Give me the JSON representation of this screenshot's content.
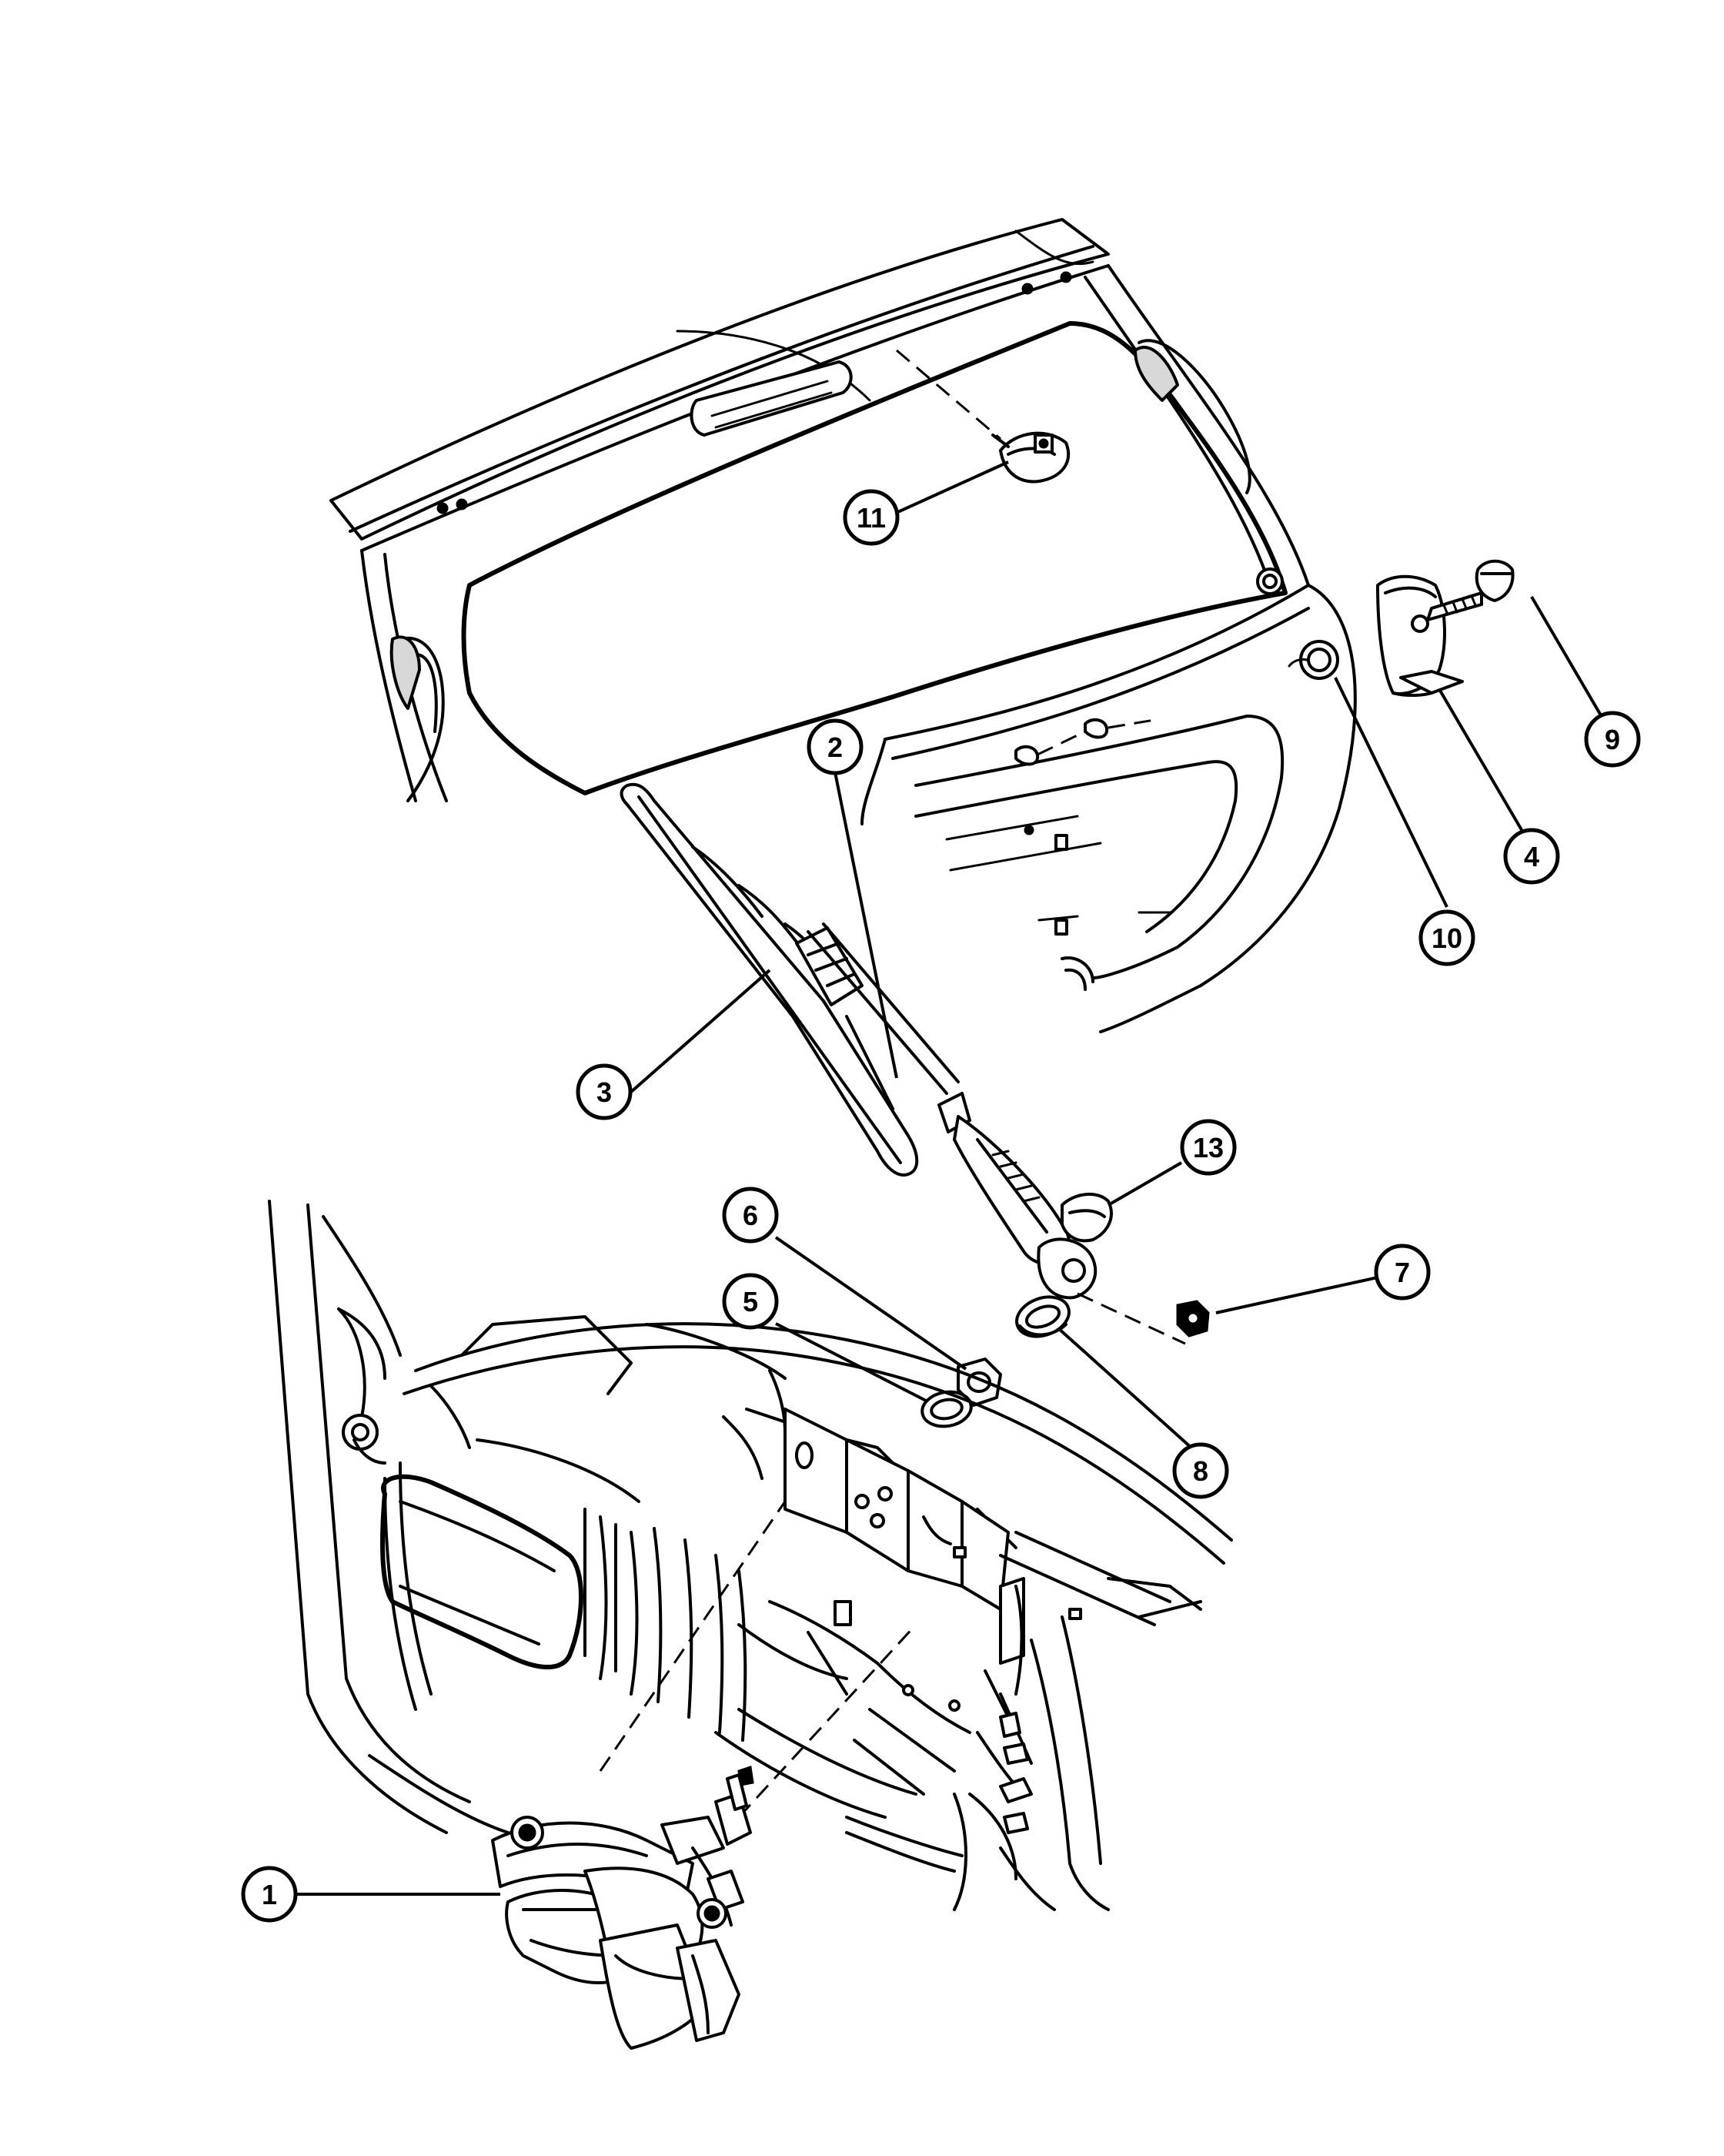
{
  "callouts": [
    {
      "id": "c1",
      "label": "1"
    },
    {
      "id": "c2",
      "label": "2"
    },
    {
      "id": "c3",
      "label": "3"
    },
    {
      "id": "c4",
      "label": "4"
    },
    {
      "id": "c5",
      "label": "5"
    },
    {
      "id": "c6",
      "label": "6"
    },
    {
      "id": "c7",
      "label": "7"
    },
    {
      "id": "c8",
      "label": "8"
    },
    {
      "id": "c9",
      "label": "9"
    },
    {
      "id": "c10",
      "label": "10"
    },
    {
      "id": "c11",
      "label": "11"
    },
    {
      "id": "c13",
      "label": "13"
    }
  ]
}
